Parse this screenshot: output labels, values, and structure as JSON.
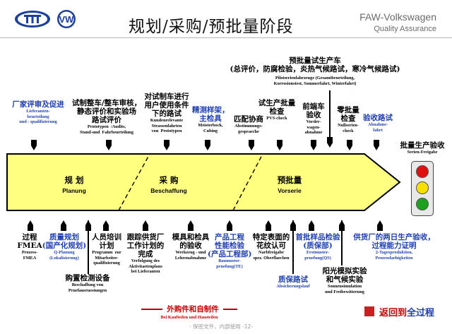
{
  "header": {
    "title": "规划/采购/预批量阶段",
    "brand": "FAW-Volkswagen",
    "subtitle": "Quality Assurance",
    "colors": {
      "header_line": "#b6b6b6",
      "blue_text": "#1f3fb0",
      "red_text": "#c40000",
      "arrow_fill": "#ffff80"
    }
  },
  "logos": {
    "left": "faw-logo",
    "right": "vw-logo"
  },
  "top_milestones": [
    {
      "cn": "厂家评审及促进",
      "de": "Lieferanten-\nbeurteilung\nund - qualifizierung",
      "color": "blue"
    },
    {
      "cn": "试制整车/整车审核，\n静态评价和实验场\n路试评价",
      "de": "Prototypen  /Audits,\nStand-und  Fahrbeurteilung",
      "color": "black"
    },
    {
      "cn": "对试制车进行\n用户使用条件\n下的路试",
      "de": "Kundenrelevante\nStrassenfahrten\nvon  Prototypen",
      "color": "black"
    },
    {
      "cn": "精测样架，\n主检具",
      "de": "Meisterbock,\nCubing",
      "color": "blue"
    },
    {
      "cn": "匹配协商",
      "de": "Abstimmungs-\ngespraeche",
      "color": "black"
    },
    {
      "cn": "试生产批量\n检查",
      "de": "PVS-check",
      "color": "black"
    },
    {
      "cn": "预批量试生产车\n(总评价，防腐检验，炎热气候路试，寒冷气候路试)",
      "de": "Pilotserienfahrzeuge (Gesamtbeurteilung,\nKorrosionstest, Sommerfahrt, Winterfahrt)",
      "color": "black"
    },
    {
      "cn": "前端车\n验收",
      "de": "Vorder-\nwagen-\nabnahme",
      "color": "black"
    },
    {
      "cn": "零批量\n检查",
      "de": "Nullserien-\ncheck",
      "color": "black"
    },
    {
      "cn": "验收路试",
      "de": "Abnahme-\nfahrt",
      "color": "blue"
    },
    {
      "cn": "批量生产验收",
      "de": "Serien-Freigabe",
      "color": "black"
    }
  ],
  "stages": [
    {
      "cn": "规  划",
      "de": "Planung"
    },
    {
      "cn": "采  购",
      "de": "Beschaffung"
    },
    {
      "cn": "预批量",
      "de": "Vorserie"
    }
  ],
  "bottom_milestones": [
    {
      "cn": "过程\nFMEA",
      "de": "Prozess-\nFMEA",
      "color": "black"
    },
    {
      "cn": "质量规划\n(国产化规划)",
      "de": "Q-Planung\n(Lokalisierung)",
      "color": "blue"
    },
    {
      "cn": "购置检测设备",
      "de": "Beschaffung von\nPruefausruestungen",
      "color": "black"
    },
    {
      "cn": "人员培训\n计划",
      "de": "Programm  zur\nMitarbeiter-\nqualifizierung",
      "color": "black"
    },
    {
      "cn": "跟踪供货厂\n工作计划的\n完成",
      "de": "Verfolgung des\nAktivitaetenplans\nbei Lieferanten",
      "color": "black"
    },
    {
      "cn": "模具和检具\n的验收",
      "de": "Werkzeug - und\nLehrenabnahme",
      "color": "black"
    },
    {
      "cn": "产品工程\n性能检验\n(产品工程部)",
      "de": "Baumuster-\npruefung(TE)",
      "color": "blue"
    },
    {
      "cn": "特定表面的\n花纹认可",
      "de": "Narbfreigabe\nspez. Oberflaechen",
      "color": "black"
    },
    {
      "cn": "质保路试",
      "de": "Absicherungslauf",
      "color": "blue"
    },
    {
      "cn": "首批样品检验\n(质保部)",
      "de": "Erstmuster-\npruefung(QS)",
      "color": "blue"
    },
    {
      "cn": "阳光模拟实验\n和气候实验",
      "de": "Sonnensimulation\nund Freibewitterung",
      "color": "black"
    },
    {
      "cn": "供货厂的两日生产验收，\n过程能力证明",
      "de": "2-Tagesproduktion,\nProzessfaehigkeiten",
      "color": "blue"
    }
  ],
  "legend": {
    "cn": "外购件和自制件",
    "de": "Bei Kaufteilen  und  Hausteilen"
  },
  "footer": "- 保密文件，内部使用 -12-",
  "back_link": {
    "part1": "返回到",
    "part2": "全过程"
  }
}
